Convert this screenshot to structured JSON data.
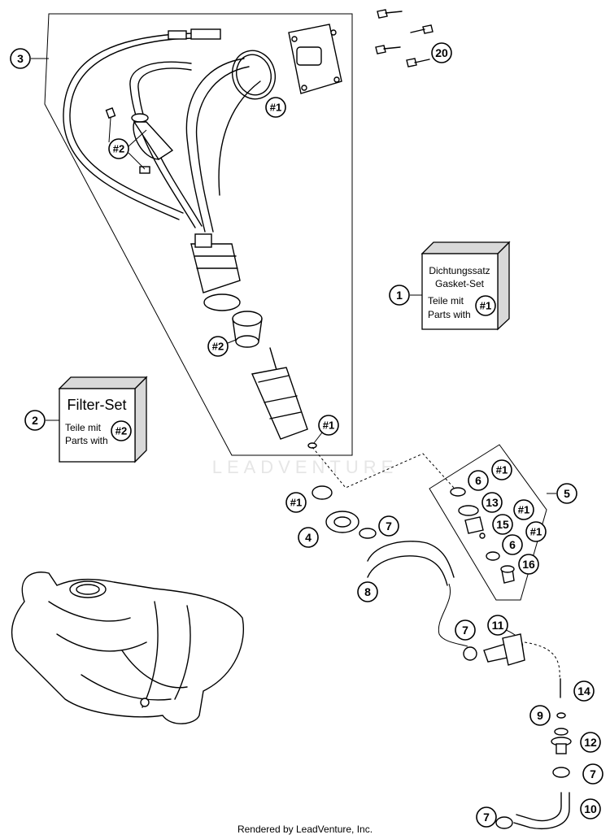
{
  "callouts": {
    "c1": "1",
    "c2": "2",
    "c3": "3",
    "c4": "4",
    "c5": "5",
    "c6a": "6",
    "c6b": "6",
    "c7a": "7",
    "c7b": "7",
    "c7c": "7",
    "c7d": "7",
    "c8": "8",
    "c9": "9",
    "c10": "10",
    "c11": "11",
    "c12": "12",
    "c13": "13",
    "c14": "14",
    "c15": "15",
    "c16": "16",
    "c20": "20"
  },
  "refs": {
    "r1_top": "#1",
    "r1_pump": "#1",
    "r1_gasket": "#1",
    "r1_k1": "#1",
    "r1_k2": "#1",
    "r1_k3": "#1",
    "r1_box": "#1",
    "r2_filter": "#2",
    "r2_mid": "#2",
    "r2_box": "#2"
  },
  "gasket_set": {
    "line1": "Dichtungssatz",
    "line2": "Gasket-Set",
    "line3": "Teile mit",
    "line4": "Parts with"
  },
  "filter_set": {
    "title": "Filter-Set",
    "line1": "Teile mit",
    "line2": "Parts with"
  },
  "watermark": "LEADVENTURE",
  "footer": "Rendered by LeadVenture, Inc."
}
